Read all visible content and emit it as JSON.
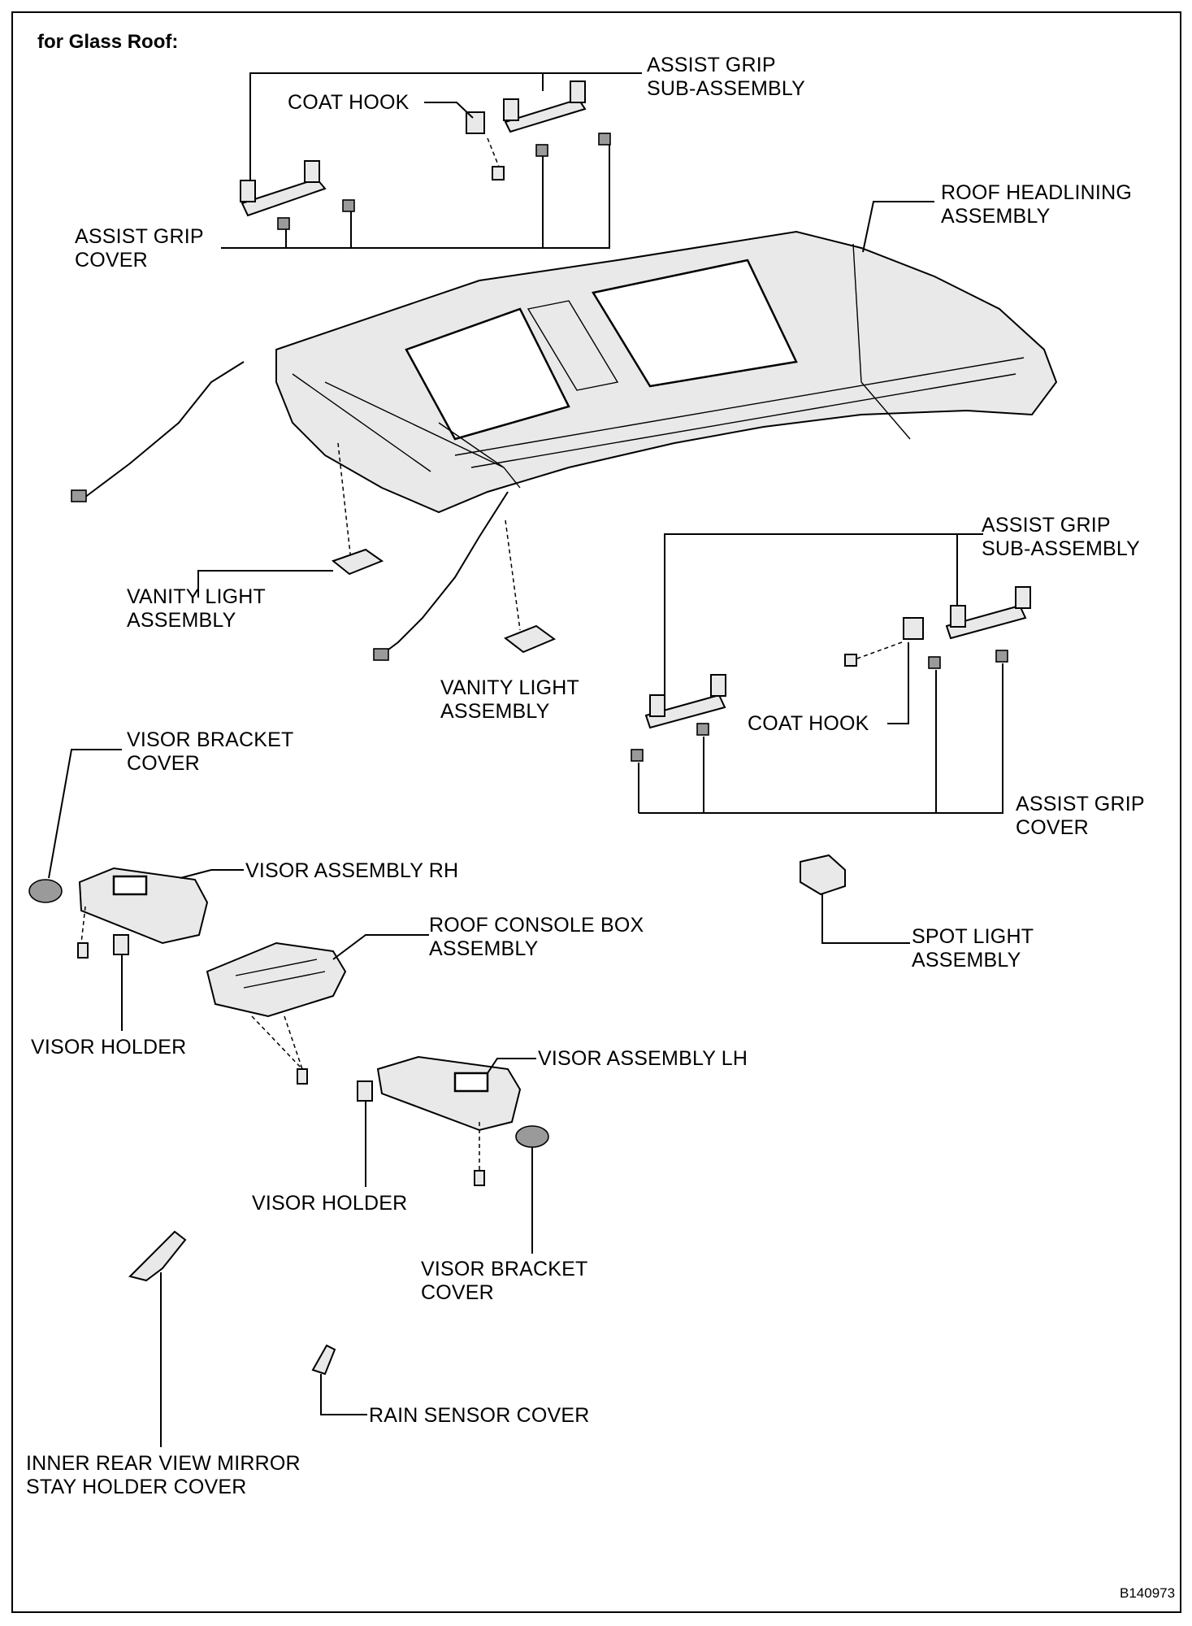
{
  "title": "for Glass Roof:",
  "figure_code": "B140973",
  "labels": {
    "assist_grip_sub_top": "ASSIST GRIP\nSUB-ASSEMBLY",
    "coat_hook_top": "COAT HOOK",
    "roof_headlining": "ROOF HEADLINING\nASSEMBLY",
    "assist_grip_cover_top": "ASSIST GRIP\nCOVER",
    "assist_grip_sub_right": "ASSIST GRIP\nSUB-ASSEMBLY",
    "vanity_light_left": "VANITY LIGHT\nASSEMBLY",
    "vanity_light_center": "VANITY LIGHT\nASSEMBLY",
    "coat_hook_right": "COAT HOOK",
    "visor_bracket_cover_top": "VISOR BRACKET\nCOVER",
    "assist_grip_cover_right": "ASSIST GRIP\nCOVER",
    "visor_assembly_rh": "VISOR ASSEMBLY RH",
    "roof_console_box": "ROOF CONSOLE BOX\nASSEMBLY",
    "spot_light": "SPOT LIGHT\nASSEMBLY",
    "visor_holder_left": "VISOR HOLDER",
    "visor_assembly_lh": "VISOR ASSEMBLY LH",
    "visor_holder_center": "VISOR HOLDER",
    "visor_bracket_cover_bottom": "VISOR BRACKET\nCOVER",
    "rain_sensor_cover": "RAIN SENSOR COVER",
    "inner_mirror_cover": "INNER REAR VIEW MIRROR\nSTAY HOLDER COVER"
  }
}
